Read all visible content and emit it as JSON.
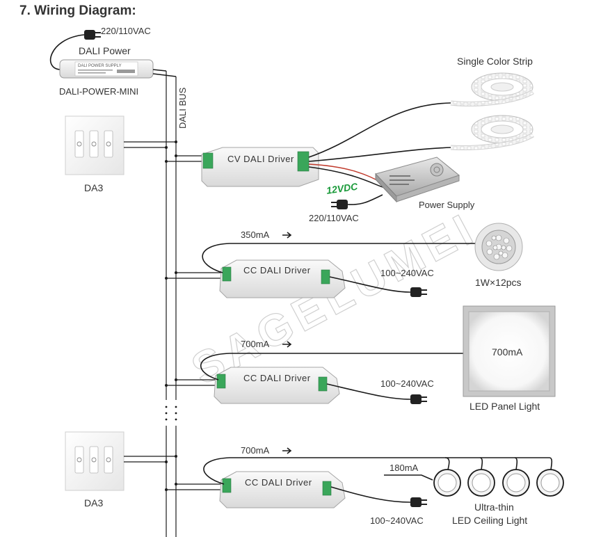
{
  "title": "7. Wiring Diagram:",
  "watermark": "SAGELUMEI",
  "dali_power": {
    "input": "220/110VAC",
    "name": "DALI Power",
    "model": "DALI-POWER-MINI",
    "label_text": "DALI POWER SUPPLY",
    "bus_label": "DALI BUS"
  },
  "panels": [
    {
      "label": "DA3"
    },
    {
      "label": "DA3"
    }
  ],
  "cv_driver": {
    "label": "CV DALI Driver",
    "voltage": "12VDC",
    "voltage_color": "#1a9a3a",
    "load": "Single Color Strip",
    "psu_label": "Power Supply",
    "psu_input": "220/110VAC"
  },
  "cc_drivers": [
    {
      "label": "CC DALI Driver",
      "current": "350mA",
      "input": "100~240VAC",
      "load": "1W×12pcs"
    },
    {
      "label": "CC DALI Driver",
      "current": "700mA",
      "input": "100~240VAC",
      "load": "LED Panel Light",
      "panel_value": "700mA"
    },
    {
      "label": "CC DALI Driver",
      "current": "700mA",
      "input": "100~240VAC",
      "load_line1": "Ultra-thin",
      "load_line2": "LED Ceiling Light",
      "branch_current": "180mA"
    }
  ],
  "colors": {
    "driver_body": "#f2f2f2",
    "terminal_green": "#3aa65a",
    "wire": "#1a1a1a",
    "accent_red": "#c0392b"
  }
}
